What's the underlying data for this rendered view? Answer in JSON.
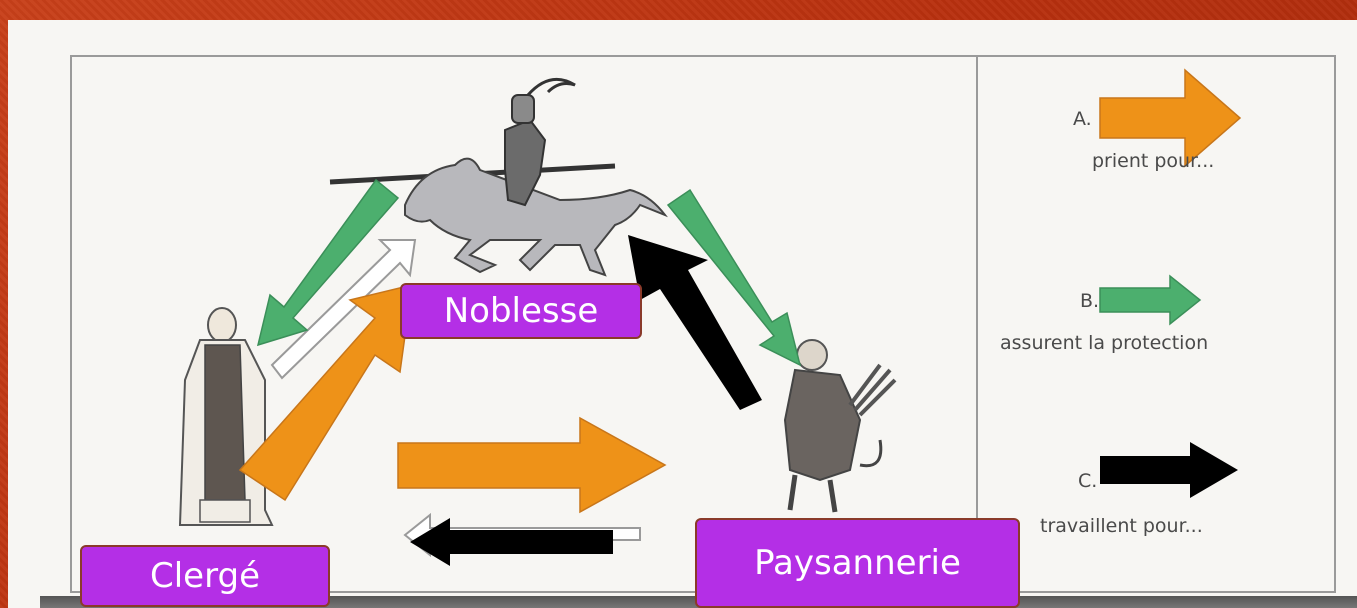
{
  "diagram": {
    "nodes": {
      "noblesse": "Noblesse",
      "clerge": "Clergé",
      "paysannerie": "Paysannerie"
    },
    "legend": [
      {
        "letter": "A.",
        "caption": "prient pour...",
        "color": "#ee9218"
      },
      {
        "letter": "B.",
        "caption": "assurent la protection",
        "color": "#4caf6e"
      },
      {
        "letter": "C.",
        "caption": "travaillent pour...",
        "color": "#000000"
      }
    ],
    "colors": {
      "label_bg": "#b42fe6",
      "prayer_arrow": "#ee9218",
      "protection_arrow": "#4caf6e",
      "work_arrow": "#000000"
    },
    "icons": [
      "knight-on-horse-icon",
      "monk-icon",
      "peasant-icon"
    ]
  }
}
